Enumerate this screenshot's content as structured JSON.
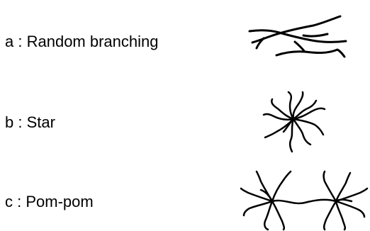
{
  "items": [
    {
      "letter": "a",
      "separator": " : ",
      "name": "Random branching",
      "icon": "random-branching-polymer-icon"
    },
    {
      "letter": "b",
      "separator": " : ",
      "name": "Star",
      "icon": "star-polymer-icon"
    },
    {
      "letter": "c",
      "separator": " : ",
      "name": "Pom-pom",
      "icon": "pom-pom-polymer-icon"
    }
  ],
  "colors": {
    "ink": "#000000",
    "background": "#ffffff"
  }
}
